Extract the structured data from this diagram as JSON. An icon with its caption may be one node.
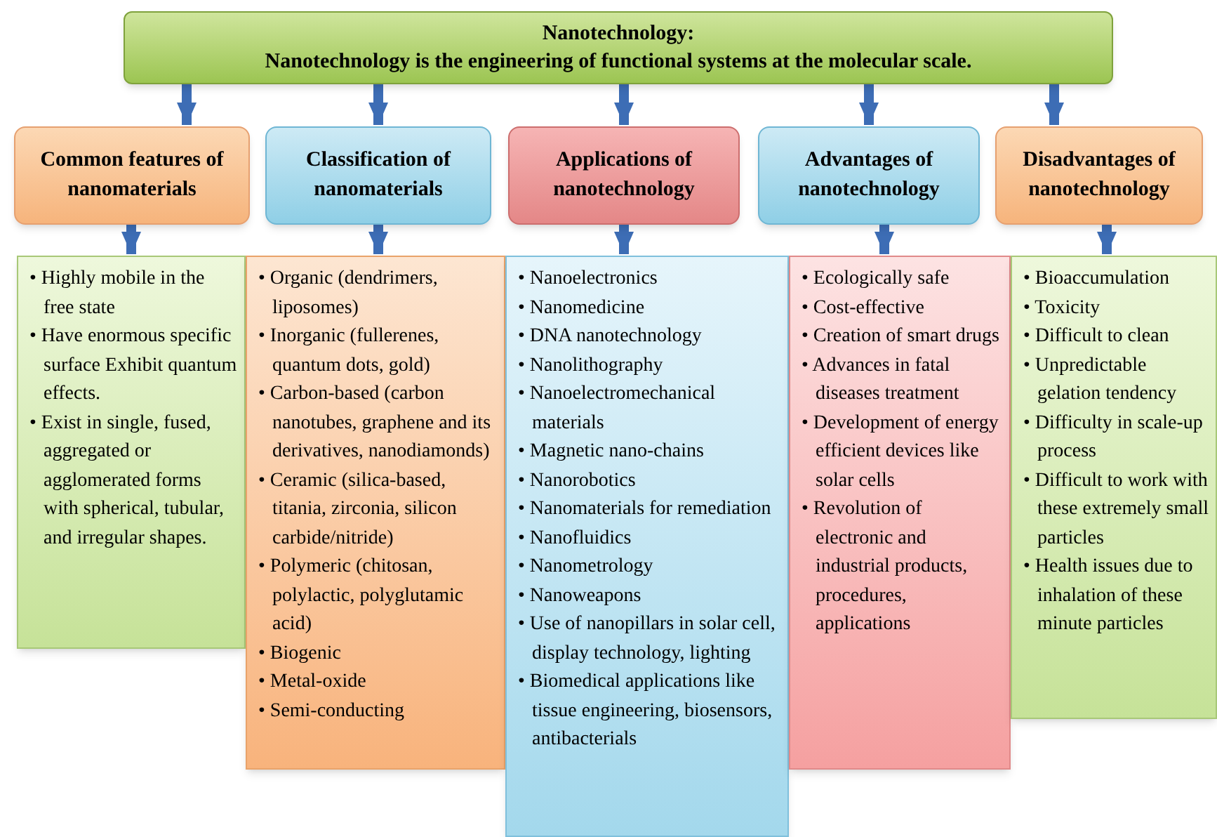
{
  "diagram": {
    "nodes": [
      {
        "text": [
          "Nanotechnology:",
          "Nanotechnology is the engineering of functional systems at the molecular scale."
        ]
      },
      {
        "text": [
          "Common features of nanomaterials"
        ]
      },
      {
        "text": [
          "Classification of nanomaterials"
        ]
      },
      {
        "text": [
          "Applications of nanotechnology"
        ]
      },
      {
        "text": [
          "Advantages of nanotechnology"
        ]
      },
      {
        "text": [
          "Disadvantages of nanotechnology"
        ]
      },
      {
        "text": [
          "• Highly mobile in the free state",
          "• Have enormous specific surface Exhibit quantum effects.",
          "• Exist in single, fused, aggregated or agglomerated forms with spherical, tubular, and irregular shapes."
        ]
      },
      {
        "text": [
          "• Organic (dendrimers, liposomes)",
          "• Inorganic (fullerenes, quantum dots, gold)",
          "• Carbon-based (carbon nanotubes, graphene and its derivatives, nanodiamonds)",
          "• Ceramic (silica-based, titania, zirconia, silicon carbide/nitride)",
          "• Polymeric (chitosan, polylactic, polyglutamic acid)",
          "• Biogenic",
          "• Metal-oxide",
          "• Semi-conducting"
        ]
      },
      {
        "text": [
          "• Nanoelectronics",
          "• Nanomedicine",
          "• DNA nanotechnology",
          "• Nanolithography",
          "• Nanoelectromechanical materials",
          "• Magnetic nano-chains",
          "• Nanorobotics",
          "• Nanomaterials for remediation",
          "• Nanofluidics",
          "• Nanometrology",
          "• Nanoweapons",
          "• Use of nanopillars in solar cell, display technology, lighting",
          "• Biomedical applications like tissue engineering, biosensors, antibacterials"
        ]
      },
      {
        "text": [
          "• Ecologically safe",
          "• Cost-effective",
          "• Creation of smart drugs",
          "• Advances in fatal diseases treatment",
          "• Development of energy efficient devices like solar cells",
          "• Revolution of electronic and industrial products, procedures, applications"
        ]
      },
      {
        "text": [
          "• Bioaccumulation",
          "• Toxicity",
          "• Difficult to clean",
          "• Unpredictable gelation tendency",
          "• Difficulty in scale-up process",
          "• Difficult to work with these extremely small particles",
          "• Health issues due to inhalation of these minute particles"
        ]
      }
    ],
    "edges": [
      {
        "from": 0,
        "to": 1,
        "arrow": "to"
      },
      {
        "from": 0,
        "to": 2,
        "arrow": "to"
      },
      {
        "from": 0,
        "to": 3,
        "arrow": "to"
      },
      {
        "from": 0,
        "to": 4,
        "arrow": "to"
      },
      {
        "from": 0,
        "to": 5,
        "arrow": "to"
      },
      {
        "from": 1,
        "to": 6,
        "arrow": "to"
      },
      {
        "from": 2,
        "to": 7,
        "arrow": "to"
      },
      {
        "from": 3,
        "to": 8,
        "arrow": "to"
      },
      {
        "from": 4,
        "to": 9,
        "arrow": "to"
      },
      {
        "from": 5,
        "to": 10,
        "arrow": "to"
      }
    ]
  }
}
